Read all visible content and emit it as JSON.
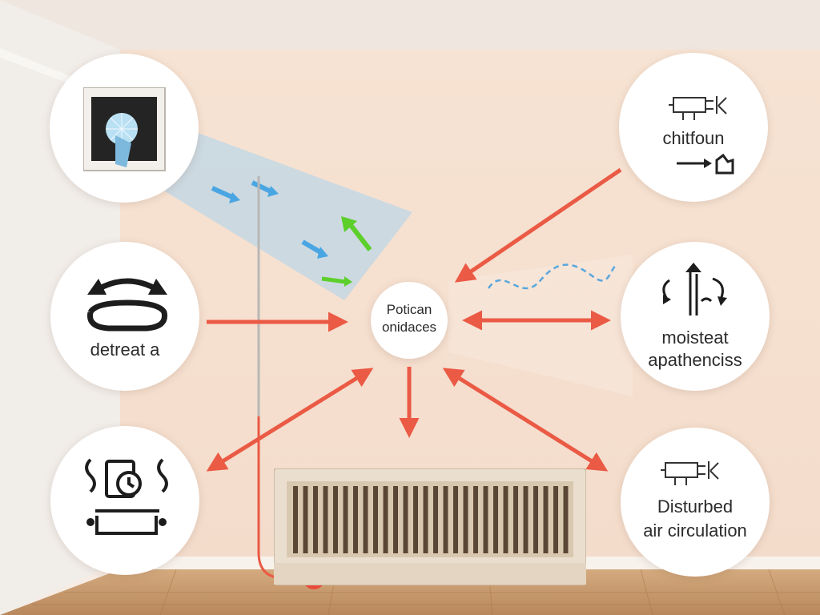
{
  "center": {
    "line1": "Potican",
    "line2": "onidaces"
  },
  "nodes": {
    "top_right": {
      "line1": "chitfoun"
    },
    "mid_left": {
      "line1": "detreat a"
    },
    "mid_right": {
      "line1": "moisteat",
      "line2": "apathenciss"
    },
    "bottom_right": {
      "line1": "Disturbed",
      "line2": "air circulation"
    }
  },
  "icons": {
    "top_left": "ceiling-vent-fan-icon",
    "top_right": "circuit-tools-icon",
    "mid_left": "circular-arrows-icon",
    "mid_right": "up-down-flow-icon",
    "bottom_left": "heat-document-tray-icon",
    "bottom_right": "circuit-tools-icon"
  },
  "colors": {
    "arrow": "#ea5a45",
    "wall": "#f6e2d2",
    "floor": "#c99e72",
    "airflow": "#9fd0ec"
  }
}
